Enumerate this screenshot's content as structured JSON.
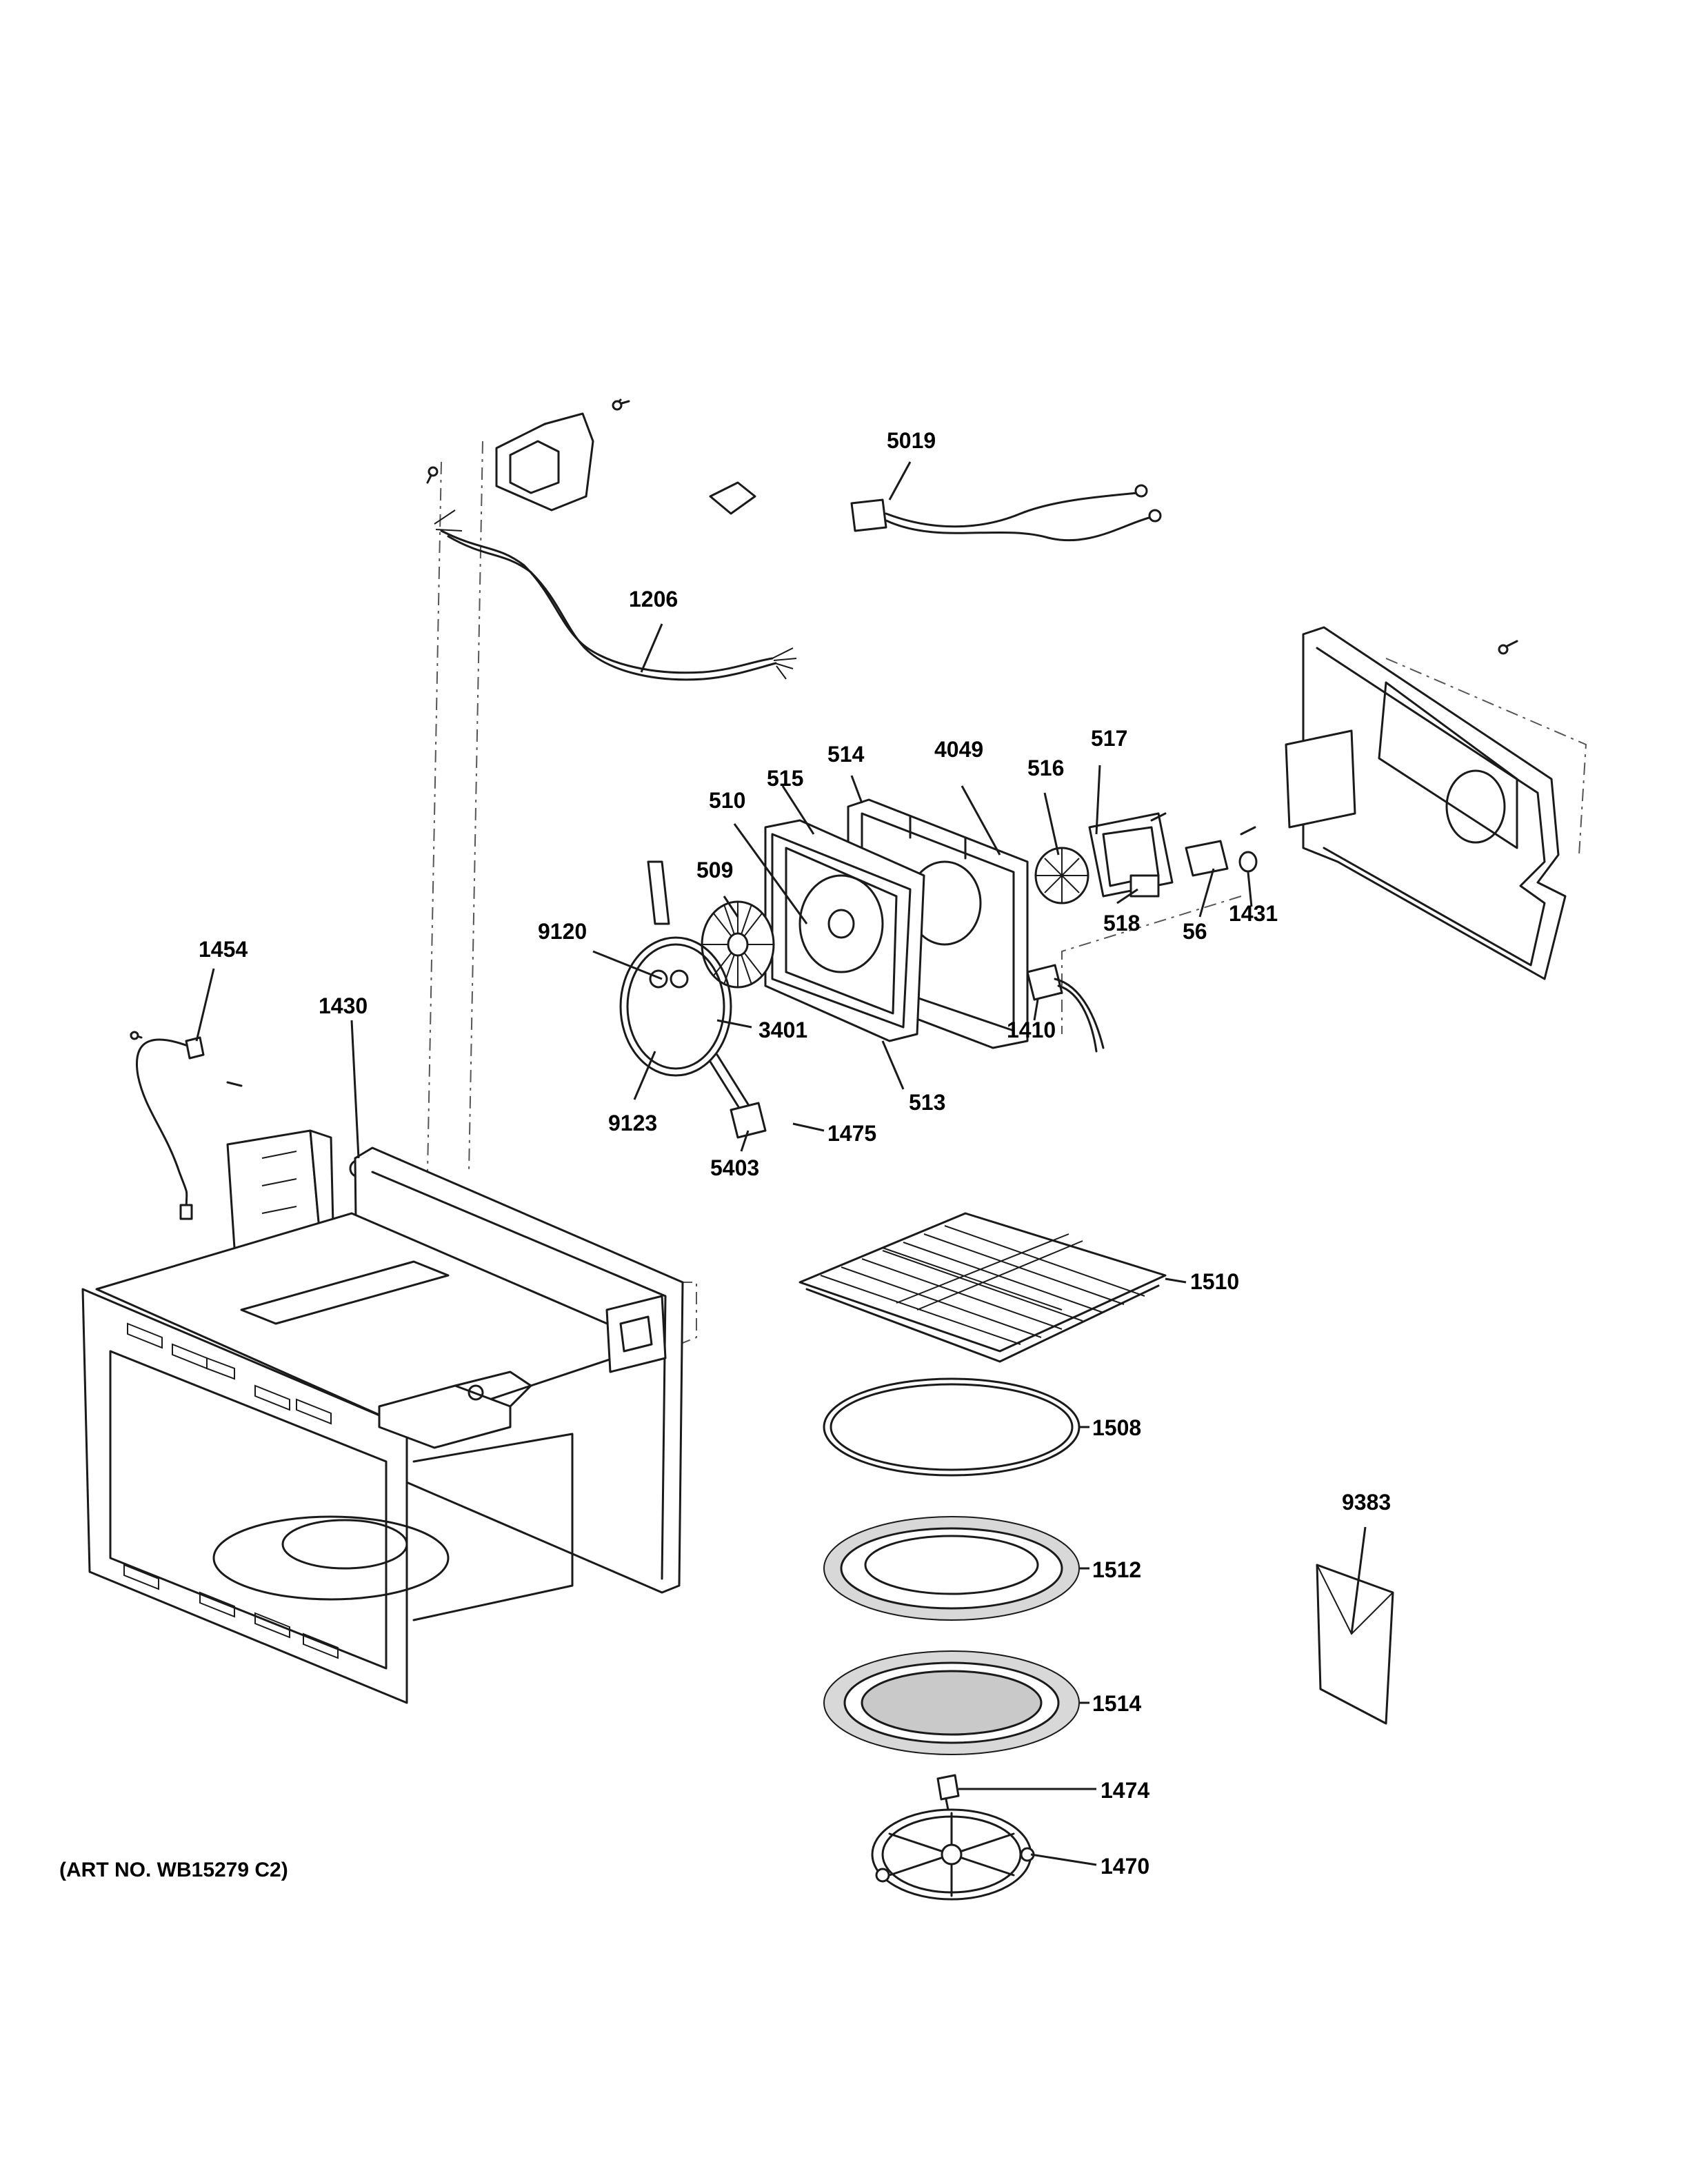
{
  "art_number": "(ART NO. WB15279 C2)",
  "callouts": {
    "p5019": "5019",
    "p1206": "1206",
    "p514": "514",
    "p4049": "4049",
    "p515": "515",
    "p517": "517",
    "p516": "516",
    "p510": "510",
    "p509": "509",
    "p9120": "9120",
    "p518": "518",
    "p56": "56",
    "p1431": "1431",
    "p1454": "1454",
    "p1430": "1430",
    "p3401": "3401",
    "p1410": "1410",
    "p513": "513",
    "p9123": "9123",
    "p1475": "1475",
    "p5403": "5403",
    "p1510": "1510",
    "p1508": "1508",
    "p9383": "9383",
    "p1512": "1512",
    "p1514": "1514",
    "p1474": "1474",
    "p1470": "1470"
  }
}
